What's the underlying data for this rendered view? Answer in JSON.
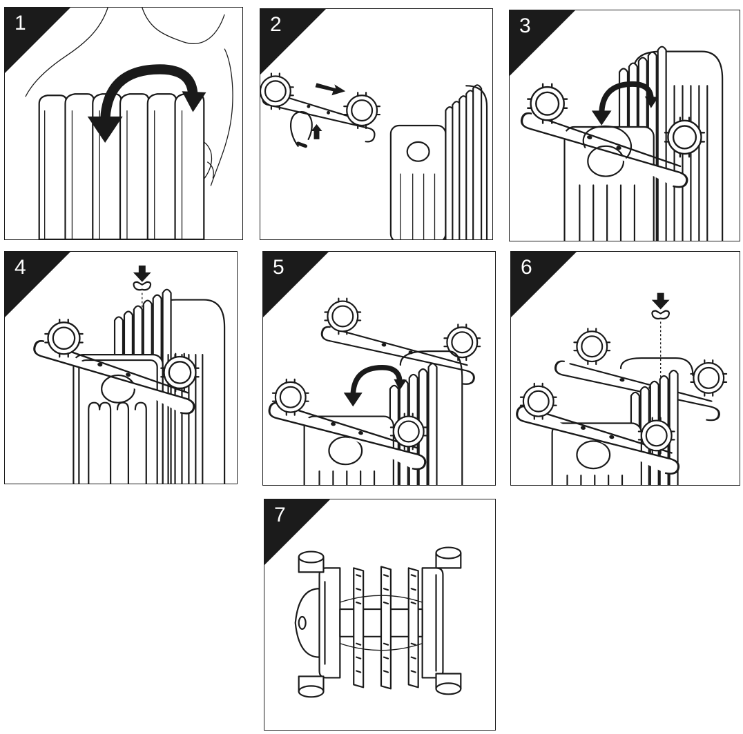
{
  "steps": [
    {
      "number": "1"
    },
    {
      "number": "2"
    },
    {
      "number": "3"
    },
    {
      "number": "4"
    },
    {
      "number": "5"
    },
    {
      "number": "6"
    },
    {
      "number": "7"
    }
  ],
  "colors": {
    "ink": "#1a1a1a",
    "background": "#ffffff"
  }
}
